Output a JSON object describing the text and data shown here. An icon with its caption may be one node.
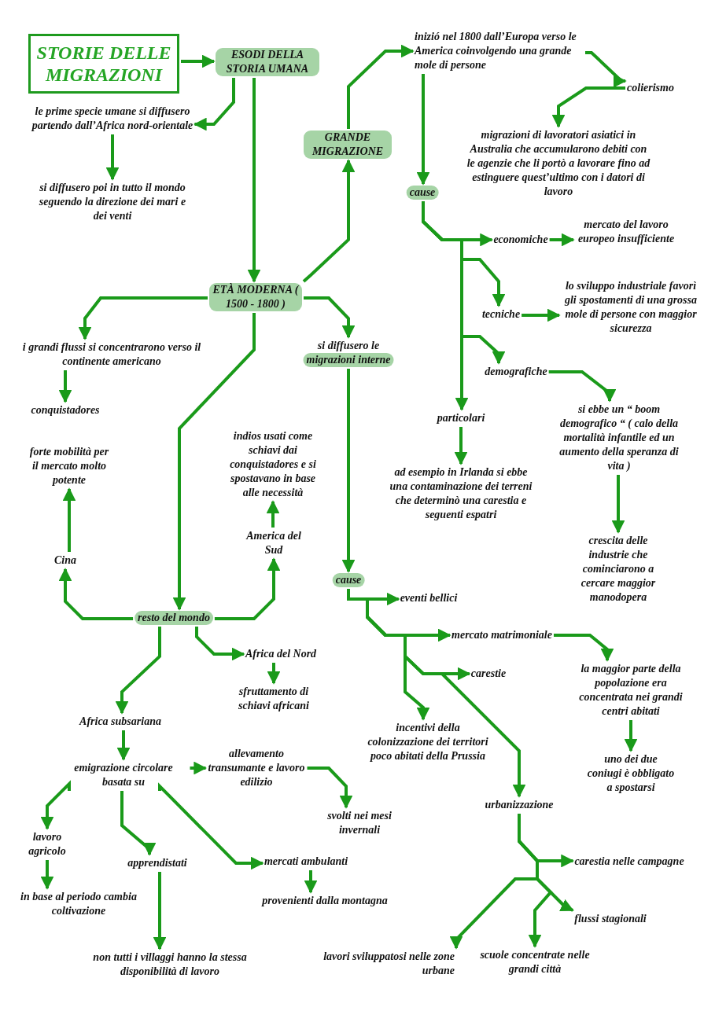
{
  "diagram": {
    "nodes": [
      {
        "text": [
          "STORIE DELLE MIGRAZIONI"
        ]
      },
      {
        "text": [
          "ESODI DELLA STORIA UMANA"
        ]
      },
      {
        "text": [
          "le prime specie umane si diffusero partendo dall’Africa nord-orientale"
        ]
      },
      {
        "text": [
          "si diffusero poi in tutto il mondo seguendo la direzione dei mari e dei venti"
        ]
      },
      {
        "text": [
          "GRANDE MIGRAZIONE"
        ]
      },
      {
        "text": [
          "inizió nel 1800 dall’Europa verso le America coinvolgendo una grande mole di persone"
        ]
      },
      {
        "text": [
          "colierismo"
        ]
      },
      {
        "text": [
          "migrazioni di lavoratori asiatici in Australia che accumularono debiti con le agenzie che li portò a lavorare fino ad estinguere quest’ultimo con i datori di lavoro"
        ]
      },
      {
        "text": [
          "cause"
        ]
      },
      {
        "text": [
          "economiche"
        ]
      },
      {
        "text": [
          "mercato del lavoro europeo insufficiente"
        ]
      },
      {
        "text": [
          "tecniche"
        ]
      },
      {
        "text": [
          "lo sviluppo industriale favorì gli spostamenti di una grossa mole di persone con maggior sicurezza"
        ]
      },
      {
        "text": [
          "ETÀ MODERNA ( 1500 - 1800 )"
        ]
      },
      {
        "text": [
          "demografiche"
        ]
      },
      {
        "text": [
          "i grandi flussi si concentrarono verso il continente americano"
        ]
      },
      {
        "text": [
          "si diffusero le",
          "migrazioni interne"
        ]
      },
      {
        "text": [
          "si ebbe un “ boom demografico “ ( calo della mortalità infantile ed un aumento della speranza di vita )"
        ]
      },
      {
        "text": [
          "conquistadores"
        ]
      },
      {
        "text": [
          "particolari"
        ]
      },
      {
        "text": [
          "indios usati come schiavi dai conquistadores e si spostavano in base alle necessità"
        ]
      },
      {
        "text": [
          "forte mobilità per il mercato molto potente"
        ]
      },
      {
        "text": [
          "ad esempio in Irlanda si ebbe una contaminazione dei terreni che determinò una carestia e seguenti espatri"
        ]
      },
      {
        "text": [
          "America del Sud"
        ]
      },
      {
        "text": [
          "Cina"
        ]
      },
      {
        "text": [
          "crescita delle industrie che cominciarono a cercare maggior manodopera"
        ]
      },
      {
        "text": [
          "cause"
        ]
      },
      {
        "text": [
          "eventi bellici"
        ]
      },
      {
        "text": [
          "resto del mondo"
        ]
      },
      {
        "text": [
          "mercato matrimoniale"
        ]
      },
      {
        "text": [
          "Africa del Nord"
        ]
      },
      {
        "text": [
          "la maggior parte della popolazione era concentrata nei grandi centri abitati"
        ]
      },
      {
        "text": [
          "carestie"
        ]
      },
      {
        "text": [
          "sfruttamento di schiavi africani"
        ]
      },
      {
        "text": [
          "incentivi della colonizzazione dei territori poco abitati della Prussia"
        ]
      },
      {
        "text": [
          "Africa subsariana"
        ]
      },
      {
        "text": [
          "uno dei due coniugi è obbligato a spostarsi"
        ]
      },
      {
        "text": [
          "allevamento transumante e lavoro edilizio"
        ]
      },
      {
        "text": [
          "emigrazione circolare basata su"
        ]
      },
      {
        "text": [
          "svolti nei mesi invernali"
        ]
      },
      {
        "text": [
          "urbanizzazione"
        ]
      },
      {
        "text": [
          "lavoro agricolo"
        ]
      },
      {
        "text": [
          "apprendistati"
        ]
      },
      {
        "text": [
          "mercati ambulanti"
        ]
      },
      {
        "text": [
          "carestia nelle campagne"
        ]
      },
      {
        "text": [
          "in base al periodo cambia coltivazione"
        ]
      },
      {
        "text": [
          "provenienti dalla montagna"
        ]
      },
      {
        "text": [
          "flussi stagionali"
        ]
      },
      {
        "text": [
          "non tutti i villaggi hanno la stessa disponibilità di lavoro"
        ]
      },
      {
        "text": [
          "lavori sviluppatosi nelle zone urbane"
        ]
      },
      {
        "text": [
          "scuole concentrate nelle grandi città"
        ]
      }
    ],
    "edges": [
      {
        "from": 0,
        "to": 1,
        "arrow": "to"
      },
      {
        "from": 1,
        "to": 2,
        "arrow": "to"
      },
      {
        "from": 2,
        "to": 3,
        "arrow": "to"
      },
      {
        "from": 1,
        "to": 13,
        "arrow": "to"
      },
      {
        "from": 13,
        "to": 4,
        "arrow": "to"
      },
      {
        "from": 4,
        "to": 5,
        "arrow": "to"
      },
      {
        "from": 5,
        "to": 6,
        "arrow": "to"
      },
      {
        "from": 6,
        "to": 7,
        "arrow": "to"
      },
      {
        "from": 5,
        "to": 8,
        "arrow": "to"
      },
      {
        "from": 8,
        "to": 9,
        "arrow": "to"
      },
      {
        "from": 8,
        "to": 11,
        "arrow": "to"
      },
      {
        "from": 8,
        "to": 14,
        "arrow": "to"
      },
      {
        "from": 8,
        "to": 19,
        "arrow": "to"
      },
      {
        "from": 9,
        "to": 10,
        "arrow": "to"
      },
      {
        "from": 11,
        "to": 12,
        "arrow": "to"
      },
      {
        "from": 14,
        "to": 17,
        "arrow": "to"
      },
      {
        "from": 17,
        "to": 25,
        "arrow": "to"
      },
      {
        "from": 19,
        "to": 22,
        "arrow": "to"
      },
      {
        "from": 13,
        "to": 15,
        "arrow": "to"
      },
      {
        "from": 15,
        "to": 18,
        "arrow": "to"
      },
      {
        "from": 13,
        "to": 16,
        "arrow": "to"
      },
      {
        "from": 13,
        "to": 28,
        "arrow": "to"
      },
      {
        "from": 16,
        "to": 26,
        "arrow": "to"
      },
      {
        "from": 28,
        "to": 24,
        "arrow": "to"
      },
      {
        "from": 24,
        "to": 21,
        "arrow": "to"
      },
      {
        "from": 28,
        "to": 23,
        "arrow": "to"
      },
      {
        "from": 23,
        "to": 20,
        "arrow": "to"
      },
      {
        "from": 28,
        "to": 30,
        "arrow": "to"
      },
      {
        "from": 30,
        "to": 33,
        "arrow": "to"
      },
      {
        "from": 28,
        "to": 35,
        "arrow": "to"
      },
      {
        "from": 35,
        "to": 38,
        "arrow": "to"
      },
      {
        "from": 38,
        "to": 37,
        "arrow": "to"
      },
      {
        "from": 37,
        "to": 39,
        "arrow": "to"
      },
      {
        "from": 38,
        "to": 41,
        "arrow": "to"
      },
      {
        "from": 41,
        "to": 45,
        "arrow": "to"
      },
      {
        "from": 38,
        "to": 42,
        "arrow": "to"
      },
      {
        "from": 42,
        "to": 48,
        "arrow": "to"
      },
      {
        "from": 38,
        "to": 43,
        "arrow": "to"
      },
      {
        "from": 43,
        "to": 46,
        "arrow": "to"
      },
      {
        "from": 26,
        "to": 27,
        "arrow": "to"
      },
      {
        "from": 26,
        "to": 29,
        "arrow": "to"
      },
      {
        "from": 26,
        "to": 32,
        "arrow": "to"
      },
      {
        "from": 26,
        "to": 34,
        "arrow": "to"
      },
      {
        "from": 26,
        "to": 40,
        "arrow": "to"
      },
      {
        "from": 29,
        "to": 31,
        "arrow": "to"
      },
      {
        "from": 31,
        "to": 36,
        "arrow": "to"
      },
      {
        "from": 40,
        "to": 44,
        "arrow": "to"
      },
      {
        "from": 40,
        "to": 47,
        "arrow": "to"
      },
      {
        "from": 40,
        "to": 49,
        "arrow": "to"
      },
      {
        "from": 40,
        "to": 50,
        "arrow": "to"
      }
    ]
  }
}
